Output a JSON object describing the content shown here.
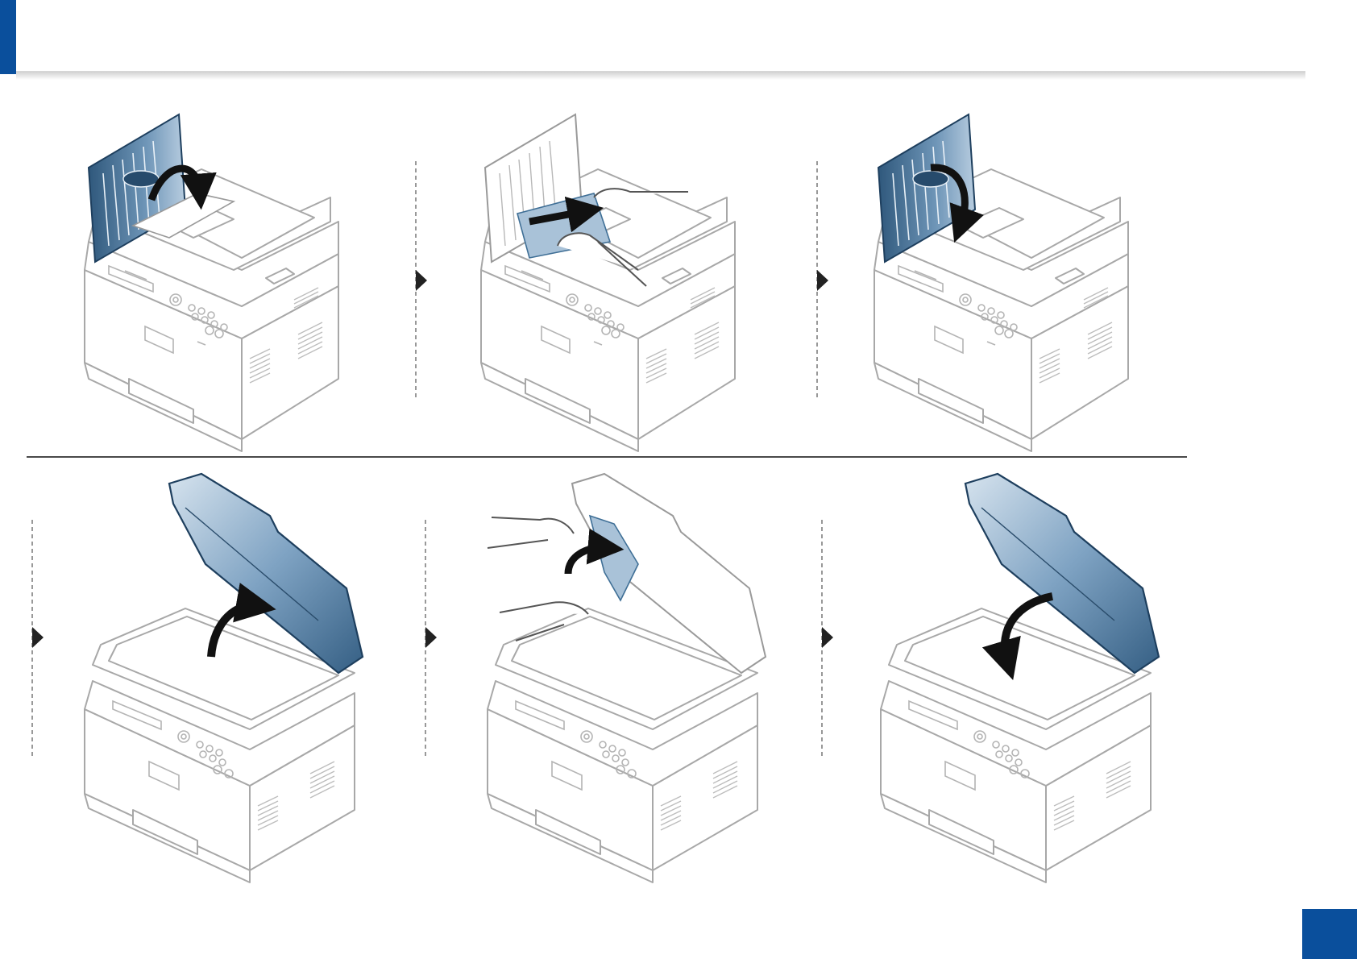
{
  "colors": {
    "accent": "#0a4f9c",
    "cover_blue": "#3f6f96",
    "cover_blue_light": "#a9c2d8",
    "outline": "#a8a8a8",
    "arrow": "#1a1a1a"
  },
  "steps": [
    {
      "action": "open-feeder-cover"
    },
    {
      "action": "pull-out-jammed-paper"
    },
    {
      "action": "close-feeder-cover"
    },
    {
      "action": "open-scanner-lid"
    },
    {
      "action": "remove-paper-from-lid"
    },
    {
      "action": "close-scanner-lid"
    }
  ]
}
